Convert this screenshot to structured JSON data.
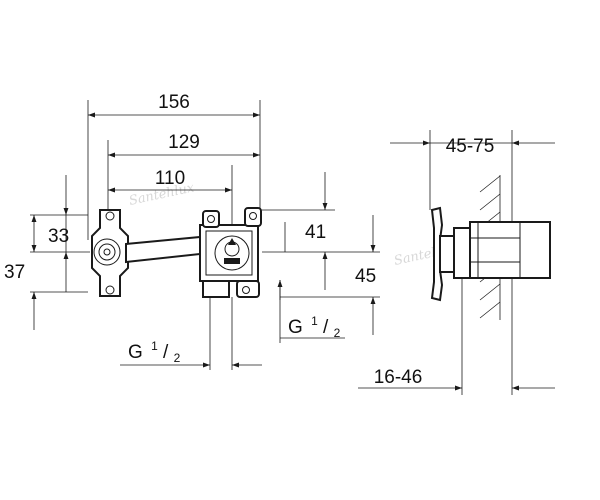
{
  "dimensions": {
    "width_156": "156",
    "width_129": "129",
    "width_110": "110",
    "height_33": "33",
    "height_37": "37",
    "height_41": "41",
    "height_45": "45",
    "depth_45_75": "45-75",
    "depth_16_46": "16-46"
  },
  "threads": {
    "left": {
      "letter": "G",
      "num": "1",
      "den": "2"
    },
    "right": {
      "letter": "G",
      "num": "1",
      "den": "2"
    }
  },
  "watermark": "Santehlux"
}
